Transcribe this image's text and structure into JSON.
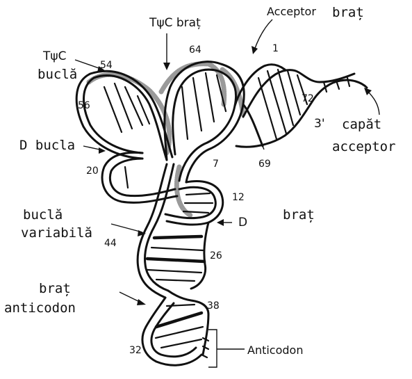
{
  "labels": {
    "tpsic_bucla_line1": "TψC",
    "tpsic_bucla_line2": "buclă",
    "tpsic_brat": "TψC braț",
    "acceptor_brat_1": "Acceptor",
    "acceptor_brat_2": "braț",
    "capat_line1": "capăt",
    "capat_line2": "acceptor",
    "d_bucla": "D bucla",
    "d_brat_d": "D",
    "d_brat_word": "braț",
    "variabila_line1": "buclă",
    "variabila_line2": "variabilă",
    "anticodon_arm_line1": "braț",
    "anticodon_arm_line2": "anticodon",
    "anticodon": "Anticodon",
    "three_prime": "3'"
  },
  "numbers": {
    "n1": "1",
    "n7": "7",
    "n12": "12",
    "n20": "20",
    "n26": "26",
    "n32": "32",
    "n38": "38",
    "n44": "44",
    "n54": "54",
    "n56": "56",
    "n64": "64",
    "n69": "69",
    "n72": "72"
  }
}
